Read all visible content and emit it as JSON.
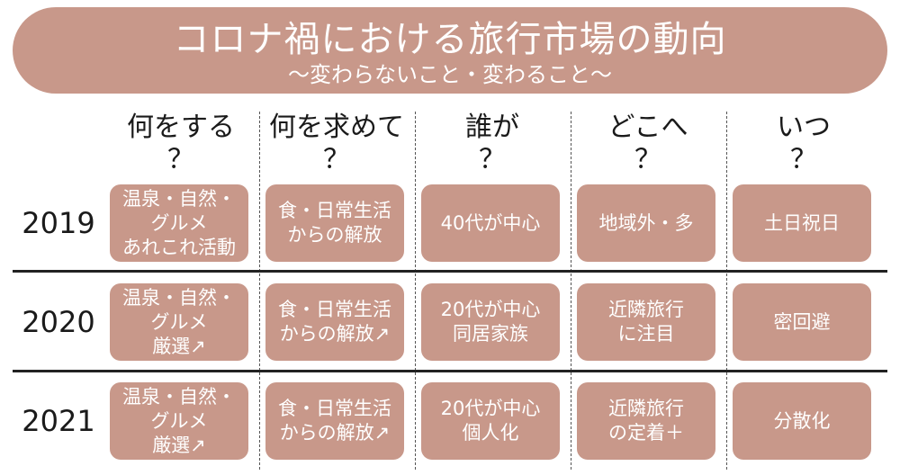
{
  "title": {
    "main": "コロナ禍における旅行市場の動向",
    "sub": "〜変わらないこと・変わること〜"
  },
  "columns": [
    {
      "label": "何をする",
      "q": "？"
    },
    {
      "label": "何を求めて",
      "q": "？"
    },
    {
      "label": "誰が",
      "q": "？"
    },
    {
      "label": "どこへ",
      "q": "？"
    },
    {
      "label": "いつ",
      "q": "？"
    }
  ],
  "rows": [
    {
      "year": "2019",
      "cells": [
        "温泉・自然・\nグルメ\nあれこれ活動",
        "食・日常生活\nからの解放",
        "40代が中心",
        "地域外・多",
        "土日祝日"
      ]
    },
    {
      "year": "2020",
      "cells": [
        "温泉・自然・\nグルメ\n厳選↗",
        "食・日常生活\nからの解放↗",
        "20代が中心\n同居家族",
        "近隣旅行\nに注目",
        "密回避"
      ]
    },
    {
      "year": "2021",
      "cells": [
        "温泉・自然・\nグルメ\n厳選↗",
        "食・日常生活\nからの解放↗",
        "20代が中心\n個人化",
        "近隣旅行\nの定着＋",
        "分散化"
      ]
    }
  ],
  "colors": {
    "accent": "#c8988a",
    "text": "#1a1a1a"
  }
}
